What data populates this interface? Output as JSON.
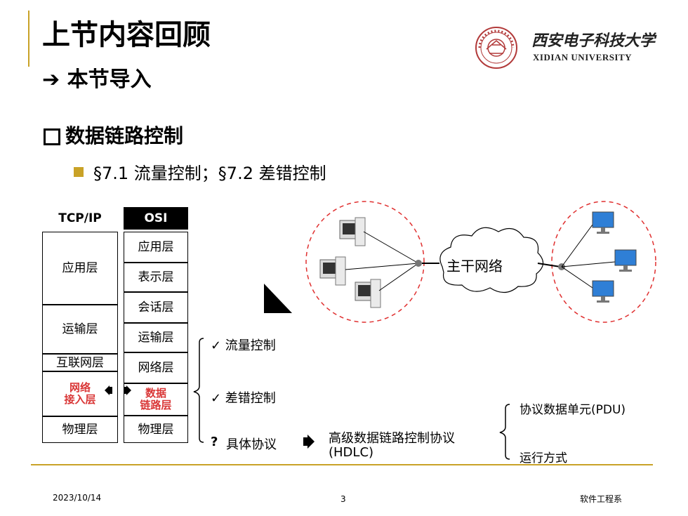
{
  "slide": {
    "title": "上节内容回顾",
    "subtitle": "➔ 本节导入",
    "section_heading": "数据链路控制",
    "bullet": "§7.1 流量控制；§7.2 差错控制"
  },
  "logo": {
    "name_cn": "西安电子科技大学",
    "name_en": "XIDIAN UNIVERSITY"
  },
  "layers_table": {
    "tcpip_header": "TCP/IP",
    "osi_header": "OSI",
    "tcpip_layers": [
      "应用层",
      "运输层",
      "互联网层",
      "网络\n接入层",
      "物理层"
    ],
    "osi_layers": [
      "应用层",
      "表示层",
      "会话层",
      "运输层",
      "网络层",
      "数据\n链路层",
      "物理层"
    ]
  },
  "network": {
    "backbone_label": "主干网络"
  },
  "topics": {
    "flow_control": "✓ 流量控制",
    "error_control": "✓ 差错控制",
    "protocol_mark": "?",
    "protocol": "具体协议",
    "hdlc_line1": "高级数据链路控制协议",
    "hdlc_line2": "(HDLC)",
    "pdu": "协议数据单元(PDU)",
    "operation": "运行方式"
  },
  "footer": {
    "date": "2023/10/14",
    "page": "3",
    "dept": "软件工程系"
  },
  "colors": {
    "accent_gold": "#c9a227",
    "highlight_red": "#d93636",
    "dashed_red": "#e03030"
  }
}
